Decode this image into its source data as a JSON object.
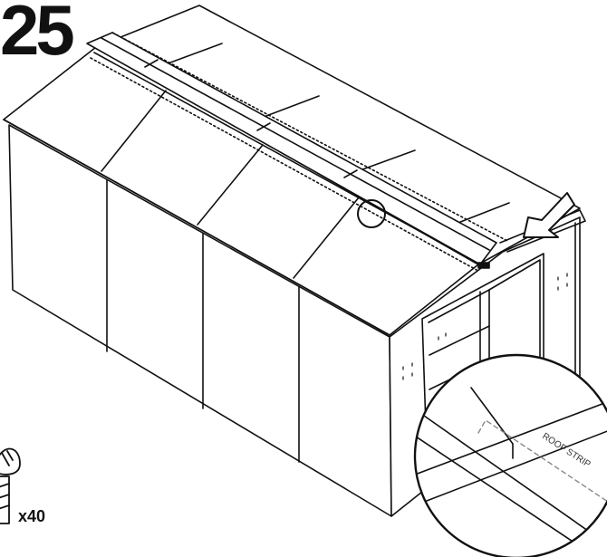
{
  "step": {
    "number": "25"
  },
  "fastener": {
    "quantity": "x40",
    "icon": "screw-icon"
  },
  "callout": {
    "label": "ROOF STRIP",
    "icon": "magnifier-detail"
  },
  "indicator": {
    "icon": "arrow-icon"
  }
}
